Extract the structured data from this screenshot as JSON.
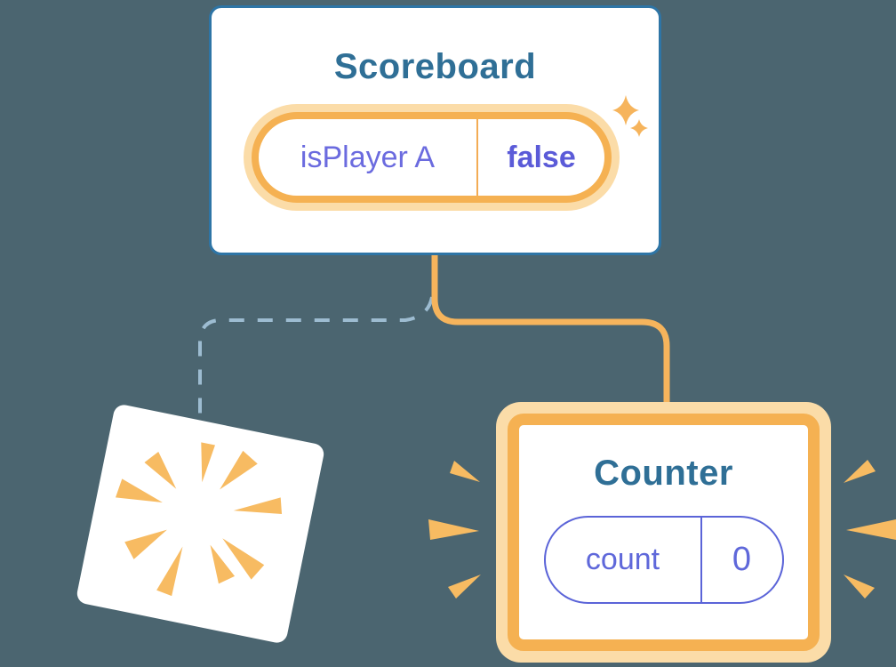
{
  "diagram_description": "component state tree diagram",
  "colors": {
    "background": "#4B6570",
    "card_border_blue": "#2E75A6",
    "title_blue": "#2F6F96",
    "orange": "#F5B152",
    "divider_orange": "#F3AC55",
    "cream": "#FBDCA8",
    "burst_orange": "#F7BB62",
    "sparkle_orange": "#F6B45C",
    "purple_text": "#6B6BDF",
    "purple_bold": "#5B5BD8",
    "pill_border_purple": "#5B64D8",
    "purple_pill_text": "#5F68DA",
    "dash_blue": "#9DBCD1"
  },
  "scoreboard": {
    "title": "Scoreboard",
    "state_key": "isPlayer A",
    "state_value": "false"
  },
  "counter": {
    "title": "Counter",
    "state_key": "count",
    "state_value": "0"
  }
}
